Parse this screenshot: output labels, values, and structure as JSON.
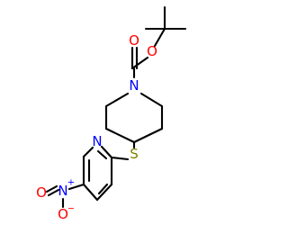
{
  "molecule": {
    "atom_labels": {
      "o_ether": "O",
      "o_carbonyl": "O",
      "n_piperidine": "N",
      "s_thioether": "S",
      "n_pyridine": "N",
      "n_nitro": "N",
      "o_nitro_top": "O",
      "o_nitro_bottom": "O"
    },
    "charges": {
      "n_nitro": "+",
      "o_nitro_bottom": "−"
    },
    "colors": {
      "oxygen": "#ff0000",
      "nitrogen": "#0000ff",
      "sulfur": "#808000",
      "bond": "#000000"
    }
  }
}
